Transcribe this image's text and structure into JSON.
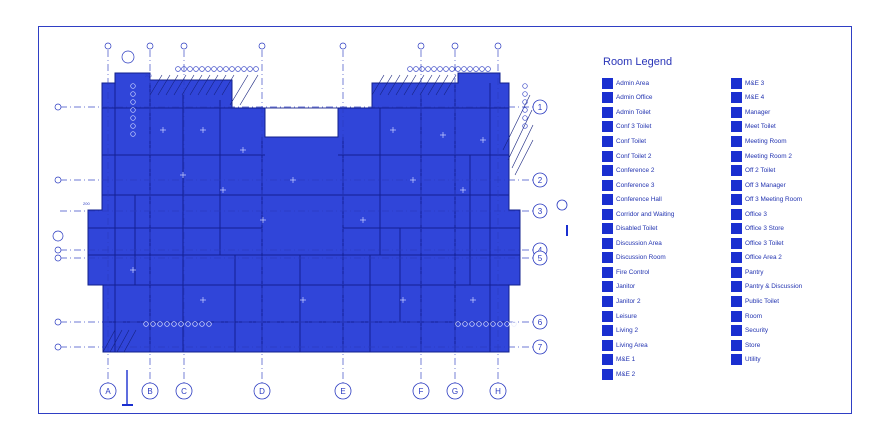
{
  "legend": {
    "title": "Room Legend",
    "fill_color": "#1a2fd0",
    "column1": [
      "Admin Area",
      "Admin Office",
      "Admin Toilet",
      "Conf 3 Toilet",
      "Conf Toilet",
      "Conf Toilet 2",
      "Conference 2",
      "Conference 3",
      "Conference Hall",
      "Corridor and Waiting",
      "Disabled Toilet",
      "Discussion Area",
      "Discussion Room",
      "Fire Control",
      "Janitor",
      "Janitor 2",
      "Leisure",
      "Living 2",
      "Living Area",
      "M&E 1",
      "M&E 2"
    ],
    "column2": [
      "M&E 3",
      "M&E 4",
      "Manager",
      "Meet Toilet",
      "Meeting Room",
      "Meeting Room 2",
      "Off 2 Toilet",
      "Off 3 Manager",
      "Off 3 Meeting Room",
      "Office 3",
      "Office 3 Store",
      "Office 3 Toilet",
      "Office Area 2",
      "Pantry",
      "Pantry & Discussion",
      "Public Toilet",
      "Room",
      "Security",
      "Store",
      "Utility"
    ]
  },
  "plan": {
    "grid_columns": [
      "A",
      "B",
      "C",
      "D",
      "E",
      "F",
      "G",
      "H"
    ],
    "grid_rows": [
      "1",
      "2",
      "3",
      "4",
      "5",
      "6",
      "7"
    ],
    "colors": {
      "room_fill": "#1e35d6",
      "line": "#2a3ac0"
    }
  }
}
